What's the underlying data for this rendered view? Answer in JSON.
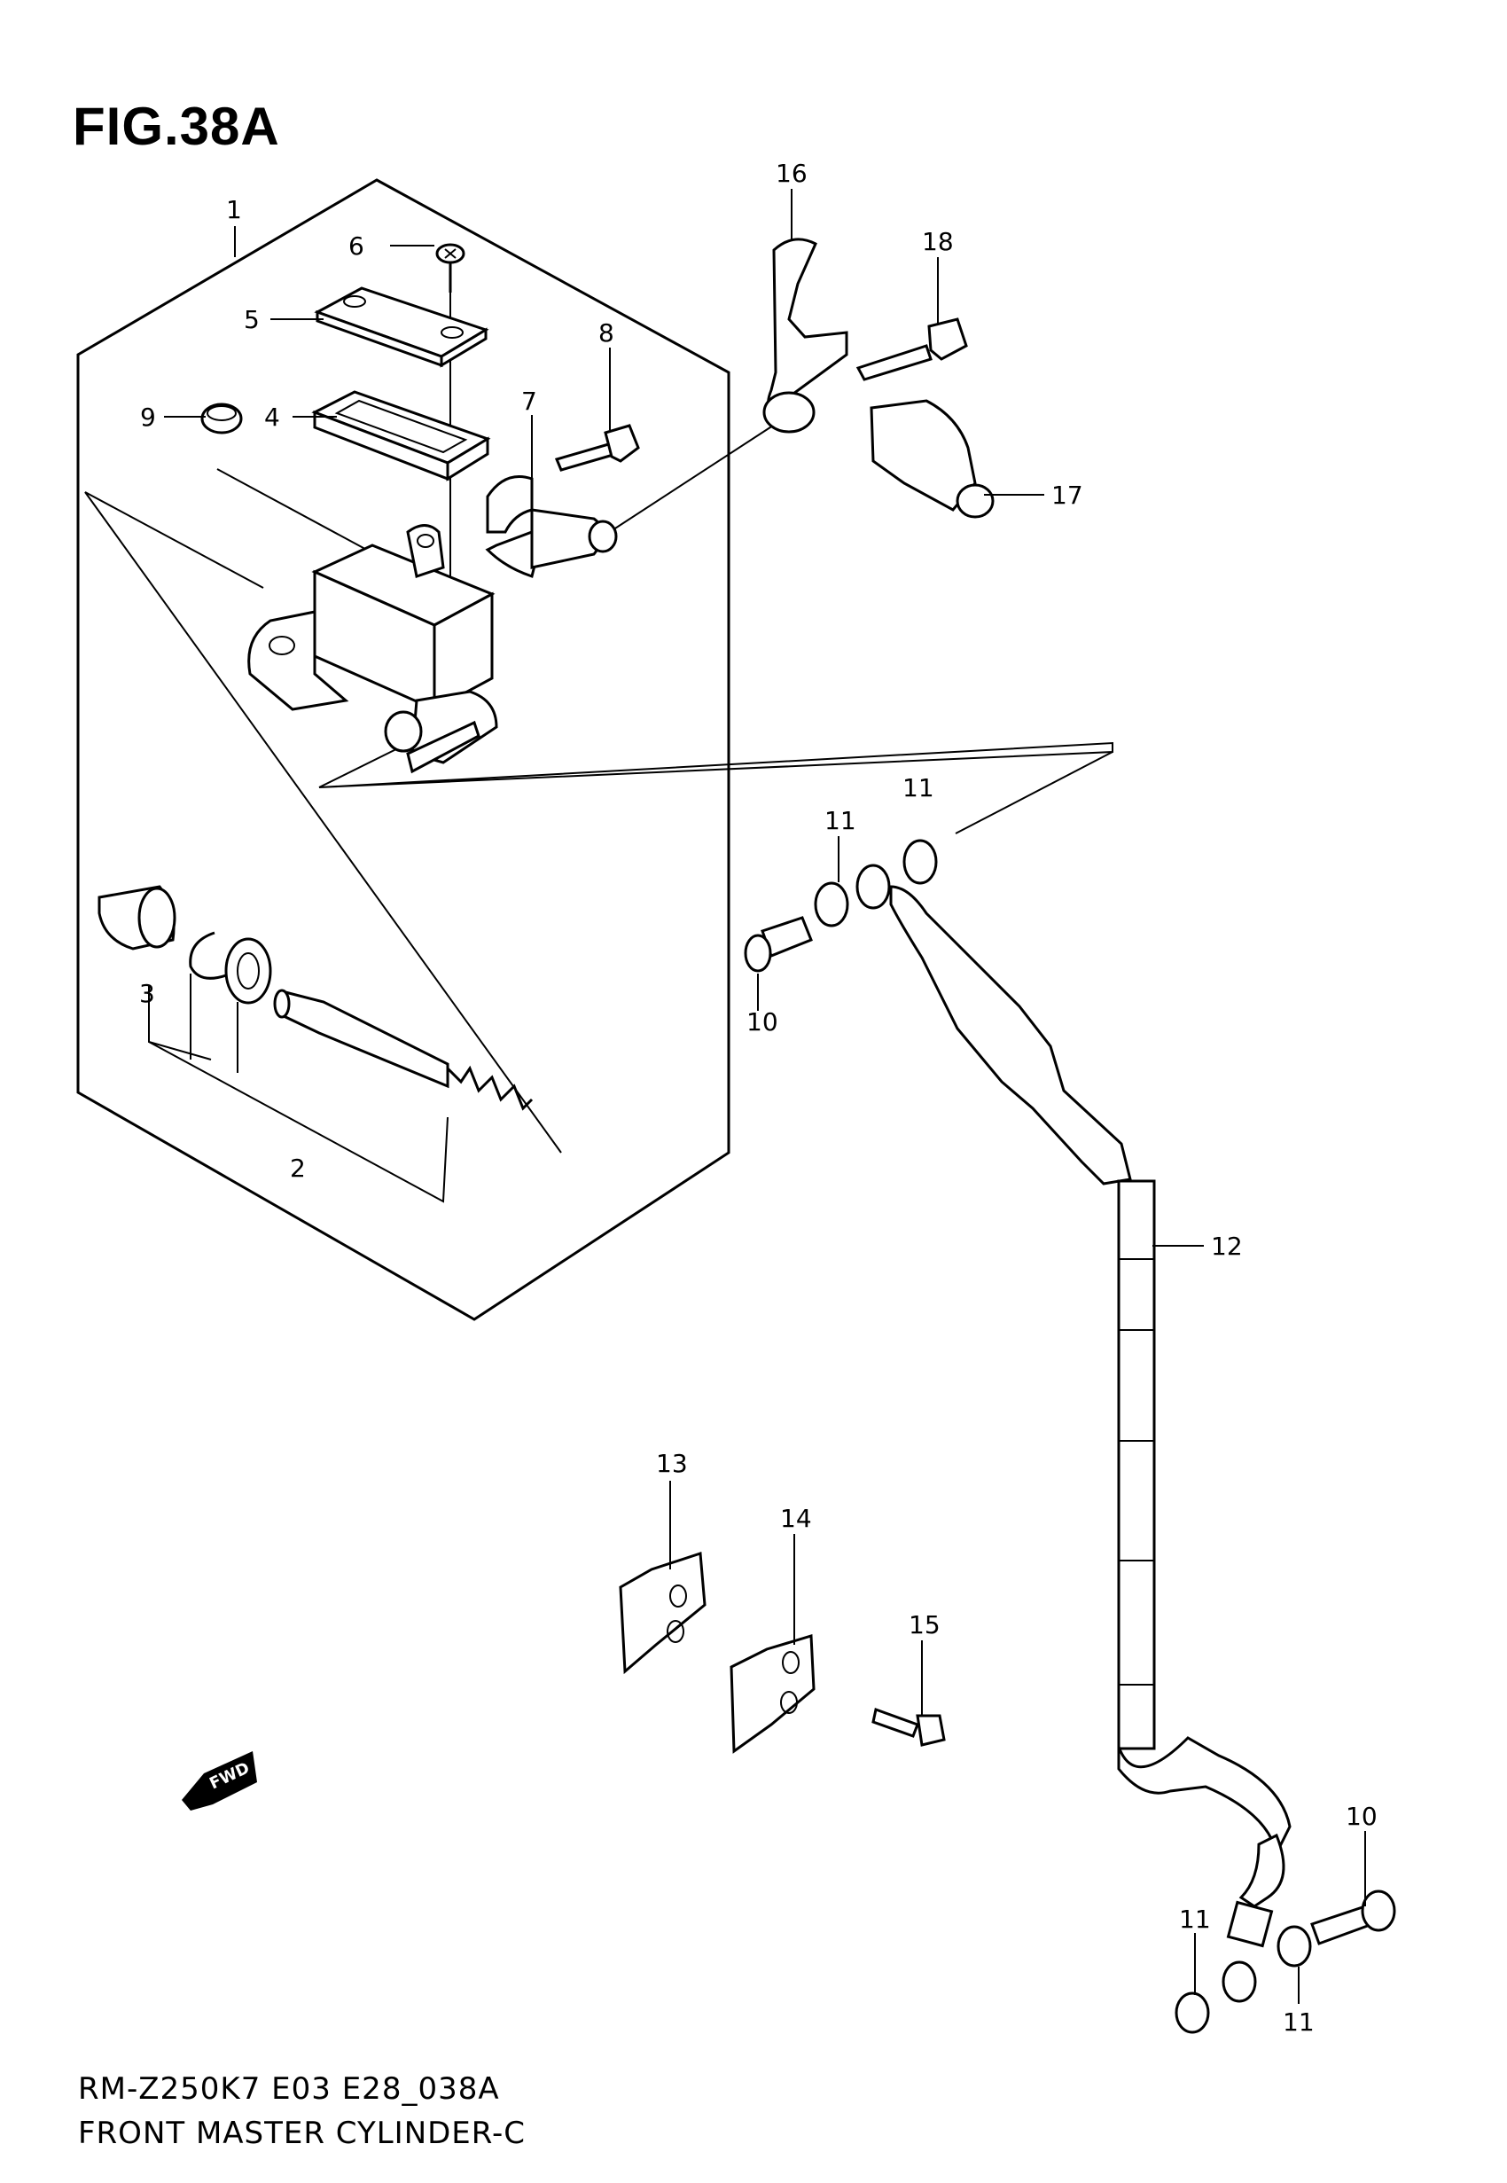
{
  "figure": {
    "title": "FIG.38A",
    "model_code": "RM-Z250K7 E03 E28_038A",
    "section_name": "FRONT MASTER CYLINDER-C",
    "fwd_label": "FWD"
  },
  "callouts": [
    {
      "id": "c1",
      "number": "1"
    },
    {
      "id": "c2",
      "number": "2"
    },
    {
      "id": "c3",
      "number": "3"
    },
    {
      "id": "c4",
      "number": "4"
    },
    {
      "id": "c5",
      "number": "5"
    },
    {
      "id": "c6",
      "number": "6"
    },
    {
      "id": "c7",
      "number": "7"
    },
    {
      "id": "c8",
      "number": "8"
    },
    {
      "id": "c9",
      "number": "9"
    },
    {
      "id": "c10a",
      "number": "10"
    },
    {
      "id": "c10b",
      "number": "10"
    },
    {
      "id": "c11a",
      "number": "11"
    },
    {
      "id": "c11b",
      "number": "11"
    },
    {
      "id": "c11c",
      "number": "11"
    },
    {
      "id": "c11d",
      "number": "11"
    },
    {
      "id": "c12",
      "number": "12"
    },
    {
      "id": "c13",
      "number": "13"
    },
    {
      "id": "c14",
      "number": "14"
    },
    {
      "id": "c15",
      "number": "15"
    },
    {
      "id": "c16",
      "number": "16"
    },
    {
      "id": "c17",
      "number": "17"
    },
    {
      "id": "c18",
      "number": "18"
    }
  ]
}
